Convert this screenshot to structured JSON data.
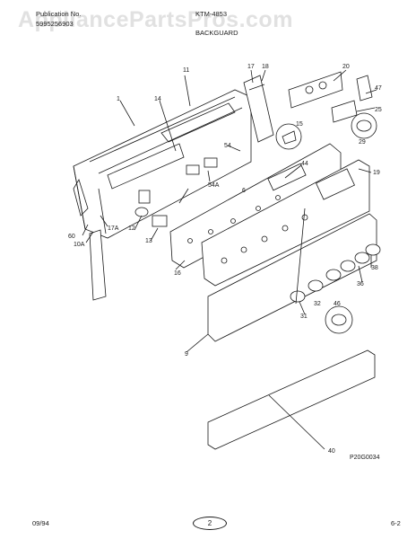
{
  "header": {
    "publication_label": "Publication No.",
    "publication_number": "5995256903",
    "model": "KTM-4853",
    "section": "BACKGUARD"
  },
  "watermark": "AppliancePartsPros.com",
  "callouts": [
    "1",
    "9",
    "11",
    "12",
    "13",
    "14",
    "15",
    "16",
    "17",
    "17A",
    "18",
    "19",
    "20",
    "25",
    "29",
    "31",
    "32",
    "36",
    "38",
    "40",
    "44",
    "46",
    "47",
    "54",
    "54A",
    "60",
    "6",
    "10A"
  ],
  "diagram_code": "P20G0034",
  "footer": {
    "date": "09/94",
    "page": "2",
    "page_right": "6-2"
  }
}
